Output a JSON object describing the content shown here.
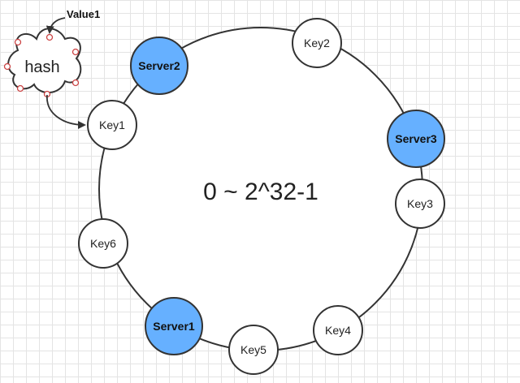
{
  "diagram": {
    "ring_label": "0 ~ 2^32-1",
    "hash_label": "hash",
    "value_label": "Value1",
    "colors": {
      "server_fill": "#66b0ff",
      "key_fill": "#ffffff",
      "stroke": "#333333",
      "grid": "#e4e4e4"
    },
    "servers": [
      {
        "id": "server1",
        "label": "Server1"
      },
      {
        "id": "server2",
        "label": "Server2"
      },
      {
        "id": "server3",
        "label": "Server3"
      }
    ],
    "keys": [
      {
        "id": "key1",
        "label": "Key1"
      },
      {
        "id": "key2",
        "label": "Key2"
      },
      {
        "id": "key3",
        "label": "Key3"
      },
      {
        "id": "key4",
        "label": "Key4"
      },
      {
        "id": "key5",
        "label": "Key5"
      },
      {
        "id": "key6",
        "label": "Key6"
      }
    ],
    "edges": [
      {
        "from": "value1",
        "to": "hash"
      },
      {
        "from": "hash",
        "to": "key1"
      }
    ]
  }
}
